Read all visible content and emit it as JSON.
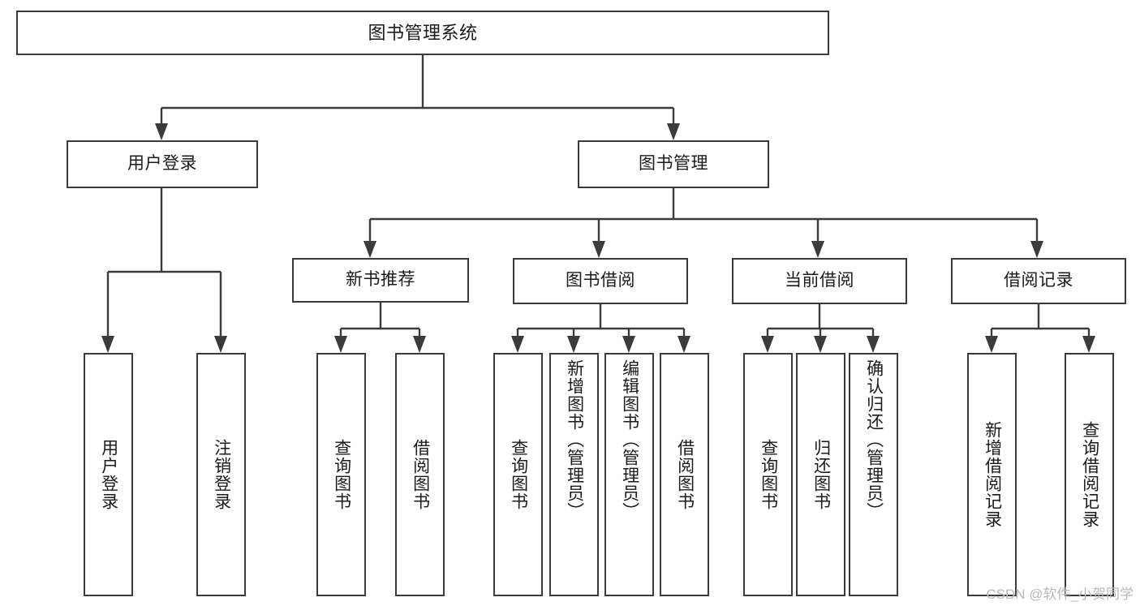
{
  "diagram": {
    "type": "tree-hierarchy",
    "title": "图书管理系统",
    "watermark": "CSDN @软件_小贺同学",
    "colors": {
      "stroke": "#3b3b3b",
      "fill": "#ffffff",
      "text": "#1b1b1b",
      "watermark": "#b9b9b9"
    },
    "nodes": {
      "root": {
        "label": "图书管理系统",
        "level": 0
      },
      "level1": [
        {
          "id": "user-login",
          "label": "用户登录"
        },
        {
          "id": "book-manage",
          "label": "图书管理"
        }
      ],
      "level2": [
        {
          "id": "new-book-recommend",
          "label": "新书推荐",
          "parent": "book-manage"
        },
        {
          "id": "book-borrow",
          "label": "图书借阅",
          "parent": "book-manage"
        },
        {
          "id": "current-borrow",
          "label": "当前借阅",
          "parent": "book-manage"
        },
        {
          "id": "borrow-record",
          "label": "借阅记录",
          "parent": "book-manage"
        }
      ],
      "leaves": [
        {
          "id": "leaf-user-login",
          "label": "用户登录",
          "parent": "user-login"
        },
        {
          "id": "leaf-logout",
          "label": "注销登录",
          "parent": "user-login"
        },
        {
          "id": "leaf-query-book-1",
          "label": "查询图书",
          "parent": "new-book-recommend"
        },
        {
          "id": "leaf-borrow-book-1",
          "label": "借阅图书",
          "parent": "new-book-recommend"
        },
        {
          "id": "leaf-query-book-2",
          "label": "查询图书",
          "parent": "book-borrow"
        },
        {
          "id": "leaf-add-book",
          "label": "新增图书（管理员）",
          "parent": "book-borrow"
        },
        {
          "id": "leaf-edit-book",
          "label": "编辑图书（管理员）",
          "parent": "book-borrow"
        },
        {
          "id": "leaf-borrow-book-2",
          "label": "借阅图书",
          "parent": "book-borrow"
        },
        {
          "id": "leaf-query-book-3",
          "label": "查询图书",
          "parent": "current-borrow"
        },
        {
          "id": "leaf-return-book",
          "label": "归还图书",
          "parent": "current-borrow"
        },
        {
          "id": "leaf-confirm-return",
          "label": "确认归还（管理员）",
          "parent": "current-borrow"
        },
        {
          "id": "leaf-add-record",
          "label": "新增借阅记录",
          "parent": "borrow-record"
        },
        {
          "id": "leaf-query-record",
          "label": "查询借阅记录",
          "parent": "borrow-record"
        }
      ]
    }
  }
}
